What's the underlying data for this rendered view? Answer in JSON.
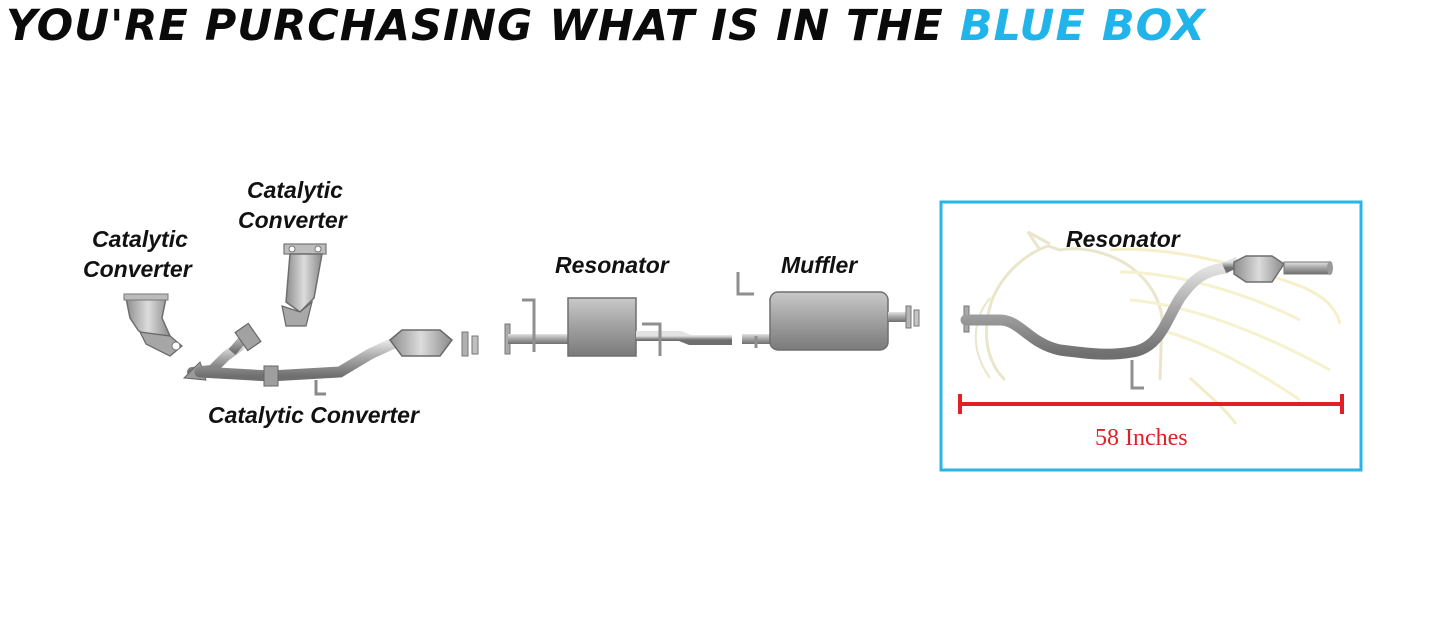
{
  "header": {
    "text_main": "YOU'RE PURCHASING WHAT IS IN THE ",
    "text_accent": "BLUE BOX",
    "accent_color": "#21b4ea",
    "text_color": "#0a0a0a"
  },
  "labels": {
    "cat_left_line1": "Catalytic",
    "cat_left_line2": "Converter",
    "cat_top_line1": "Catalytic",
    "cat_top_line2": "Converter",
    "cat_bottom": "Catalytic Converter",
    "resonator_front": "Resonator",
    "muffler": "Muffler",
    "resonator_boxed": "Resonator"
  },
  "selection_box": {
    "border_color": "#29b6e6"
  },
  "dimension": {
    "label": "58 Inches",
    "color": "#e01f26"
  },
  "icons": {
    "watermark": "horse-head-watermark-icon"
  }
}
